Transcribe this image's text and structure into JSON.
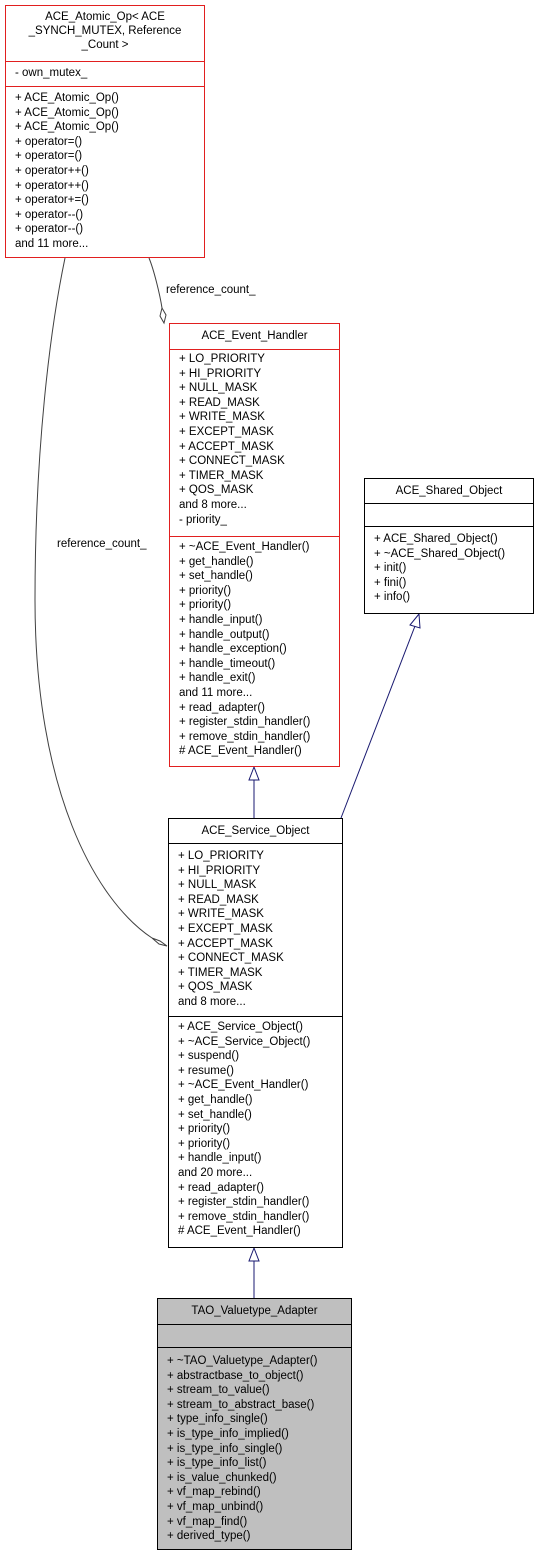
{
  "nodes": {
    "atomic_op": {
      "title": [
        "ACE_Atomic_Op< ACE",
        "_SYNCH_MUTEX, Reference",
        "_Count >"
      ],
      "attributes": [
        "- own_mutex_"
      ],
      "methods": [
        "+ ACE_Atomic_Op()",
        "+ ACE_Atomic_Op()",
        "+ ACE_Atomic_Op()",
        "+ operator=()",
        "+ operator=()",
        "+ operator++()",
        "+ operator++()",
        "+ operator+=()",
        "+ operator--()",
        "+ operator--()",
        "and 11 more..."
      ]
    },
    "event_handler": {
      "title": [
        "ACE_Event_Handler"
      ],
      "attributes": [
        "+ LO_PRIORITY",
        "+ HI_PRIORITY",
        "+ NULL_MASK",
        "+ READ_MASK",
        "+ WRITE_MASK",
        "+ EXCEPT_MASK",
        "+ ACCEPT_MASK",
        "+ CONNECT_MASK",
        "+ TIMER_MASK",
        "+ QOS_MASK",
        "and 8 more...",
        "- priority_"
      ],
      "methods": [
        "+ ~ACE_Event_Handler()",
        "+ get_handle()",
        "+ set_handle()",
        "+ priority()",
        "+ priority()",
        "+ handle_input()",
        "+ handle_output()",
        "+ handle_exception()",
        "+ handle_timeout()",
        "+ handle_exit()",
        "and 11 more...",
        "+ read_adapter()",
        "+ register_stdin_handler()",
        "+ remove_stdin_handler()",
        "# ACE_Event_Handler()"
      ]
    },
    "shared_object": {
      "title": [
        "ACE_Shared_Object"
      ],
      "attributes": [],
      "methods": [
        "+ ACE_Shared_Object()",
        "+ ~ACE_Shared_Object()",
        "+ init()",
        "+ fini()",
        "+ info()"
      ]
    },
    "service_object": {
      "title": [
        "ACE_Service_Object"
      ],
      "attributes": [
        "+ LO_PRIORITY",
        "+ HI_PRIORITY",
        "+ NULL_MASK",
        "+ READ_MASK",
        "+ WRITE_MASK",
        "+ EXCEPT_MASK",
        "+ ACCEPT_MASK",
        "+ CONNECT_MASK",
        "+ TIMER_MASK",
        "+ QOS_MASK",
        "and 8 more..."
      ],
      "methods": [
        "+ ACE_Service_Object()",
        "+ ~ACE_Service_Object()",
        "+ suspend()",
        "+ resume()",
        "+ ~ACE_Event_Handler()",
        "+ get_handle()",
        "+ set_handle()",
        "+ priority()",
        "+ priority()",
        "+ handle_input()",
        "and 20 more...",
        "+ read_adapter()",
        "+ register_stdin_handler()",
        "+ remove_stdin_handler()",
        "# ACE_Event_Handler()"
      ]
    },
    "valuetype_adapter": {
      "title": [
        "TAO_Valuetype_Adapter"
      ],
      "attributes": [],
      "methods": [
        "+ ~TAO_Valuetype_Adapter()",
        "+ abstractbase_to_object()",
        "+ stream_to_value()",
        "+ stream_to_abstract_base()",
        "+ type_info_single()",
        "+ is_type_info_implied()",
        "+ is_type_info_single()",
        "+ is_type_info_list()",
        "+ is_value_chunked()",
        "+ vf_map_rebind()",
        "+ vf_map_unbind()",
        "+ vf_map_find()",
        "+ derived_type()"
      ]
    }
  },
  "edges": {
    "atomic_to_event_handler_label": "reference_count_",
    "atomic_to_service_object_label": "reference_count_"
  },
  "colors": {
    "incomplete_border": "#e11f1f",
    "complete_border": "#000000",
    "focus_fill": "#bfbfbf",
    "inheritance_edge": "#191970",
    "usage_edge": "#404040"
  }
}
